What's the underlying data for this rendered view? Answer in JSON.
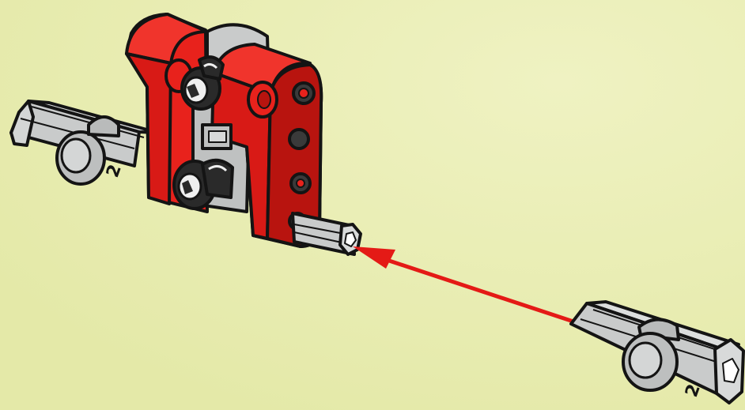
{
  "colors": {
    "background": "#e8edb0",
    "red": "#e8221c",
    "red_dark": "#a8100c",
    "grey": "#c9cbcb",
    "grey_dark": "#8c8f90",
    "outline": "#141414",
    "arrow": "#e41a16"
  },
  "labels": {
    "left_connector_number": "2",
    "right_connector_number": "2"
  },
  "icons": {
    "main_assembly": "red-technic-beam-assembly",
    "left_part": "axle-connector-2",
    "right_part": "axle-connector-2",
    "direction": "insertion-arrow"
  }
}
